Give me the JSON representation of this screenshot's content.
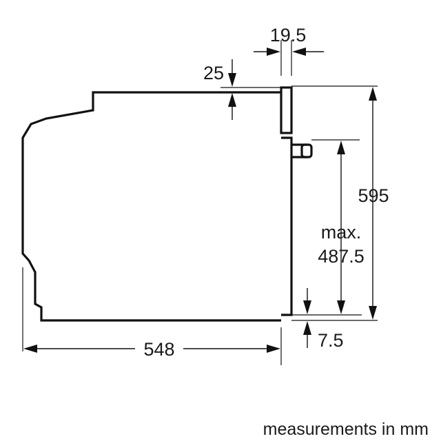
{
  "dimensions": {
    "depth": "548",
    "height": "595",
    "front_thickness": "19.5",
    "top_offset": "25",
    "bottom_offset": "7.5",
    "max_label": "max.",
    "max_value": "487.5"
  },
  "caption": "measurements in mm",
  "colors": {
    "line": "#111111",
    "text": "#1a1a1a",
    "background": "#ffffff"
  }
}
